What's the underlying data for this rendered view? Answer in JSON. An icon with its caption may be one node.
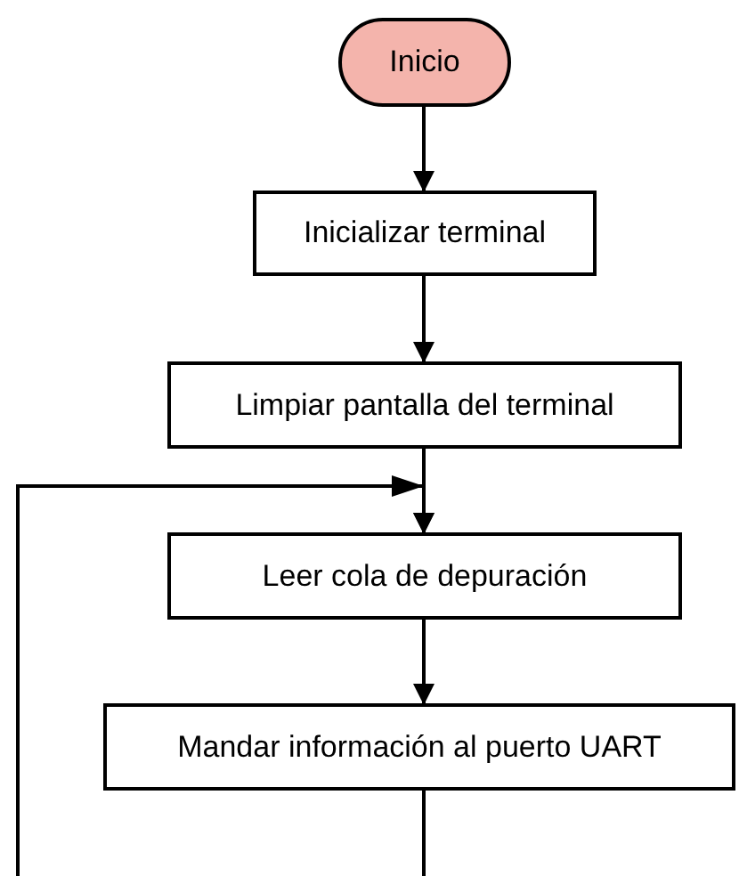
{
  "diagram": {
    "nodes": [
      {
        "text": [
          "Inicio"
        ]
      },
      {
        "text": [
          "Inicializar terminal"
        ]
      },
      {
        "text": [
          "Limpiar pantalla del terminal"
        ]
      },
      {
        "text": [
          "Leer cola de depuración"
        ]
      },
      {
        "text": [
          "Mandar información al puerto UART"
        ]
      }
    ],
    "edges": [
      {
        "from": 0,
        "to": 1,
        "arrow": "to"
      },
      {
        "from": 1,
        "to": 2,
        "arrow": "to"
      },
      {
        "from": 2,
        "to": 3,
        "arrow": "to"
      },
      {
        "from": 3,
        "to": 4,
        "arrow": "to"
      },
      {
        "from": 4,
        "to": 3,
        "arrow": "to"
      }
    ]
  }
}
